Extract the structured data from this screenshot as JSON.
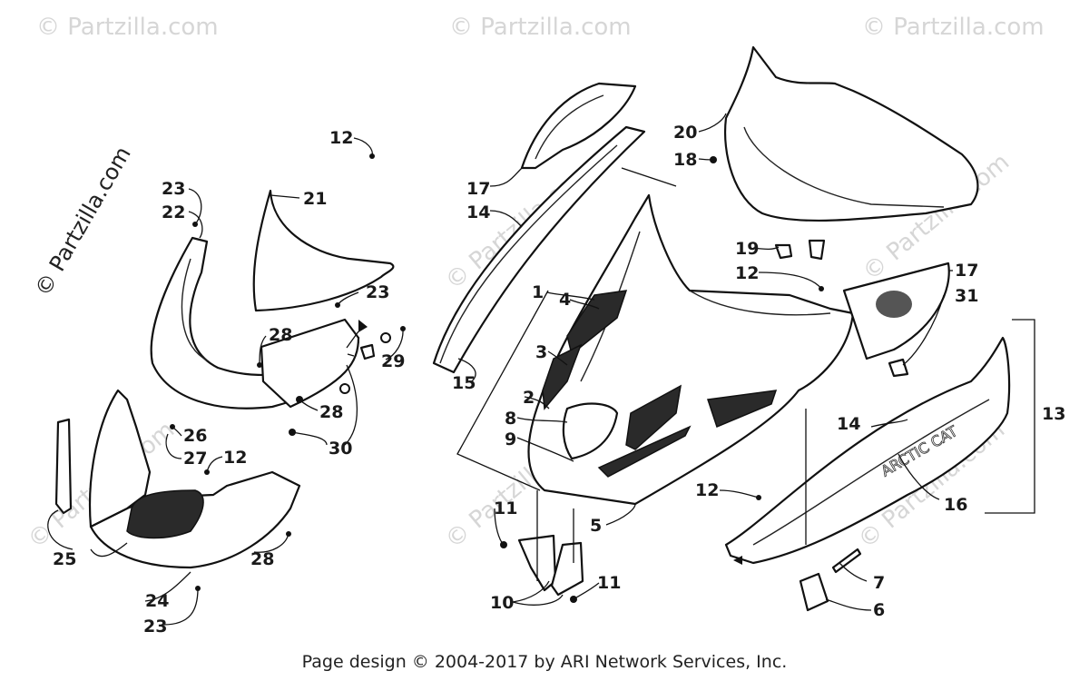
{
  "watermark": {
    "text": "© Partzilla.com",
    "faint_text": "© Partzilla.com"
  },
  "footer": "Page design © 2004-2017 by ARI Network Services, Inc.",
  "callouts": {
    "c1": "1",
    "c2": "2",
    "c3": "3",
    "c4": "4",
    "c5": "5",
    "c6": "6",
    "c7": "7",
    "c8": "8",
    "c9": "9",
    "c10": "10",
    "c11a": "11",
    "c11b": "11",
    "c12a": "12",
    "c12b": "12",
    "c12c": "12",
    "c12d": "12",
    "c13": "13",
    "c14a": "14",
    "c14b": "14",
    "c15": "15",
    "c16": "16",
    "c17a": "17",
    "c17b": "17",
    "c18": "18",
    "c19": "19",
    "c20": "20",
    "c21": "21",
    "c22": "22",
    "c23a": "23",
    "c23b": "23",
    "c23c": "23",
    "c24": "24",
    "c25": "25",
    "c26": "26",
    "c27": "27",
    "c28a": "28",
    "c28b": "28",
    "c28c": "28",
    "c29": "29",
    "c30": "30",
    "c31": "31"
  },
  "brand_decal": "ARCTIC CAT",
  "colors": {
    "line": "#111111",
    "mesh": "#2a2a2a",
    "watermark": "#d6d6d6"
  }
}
